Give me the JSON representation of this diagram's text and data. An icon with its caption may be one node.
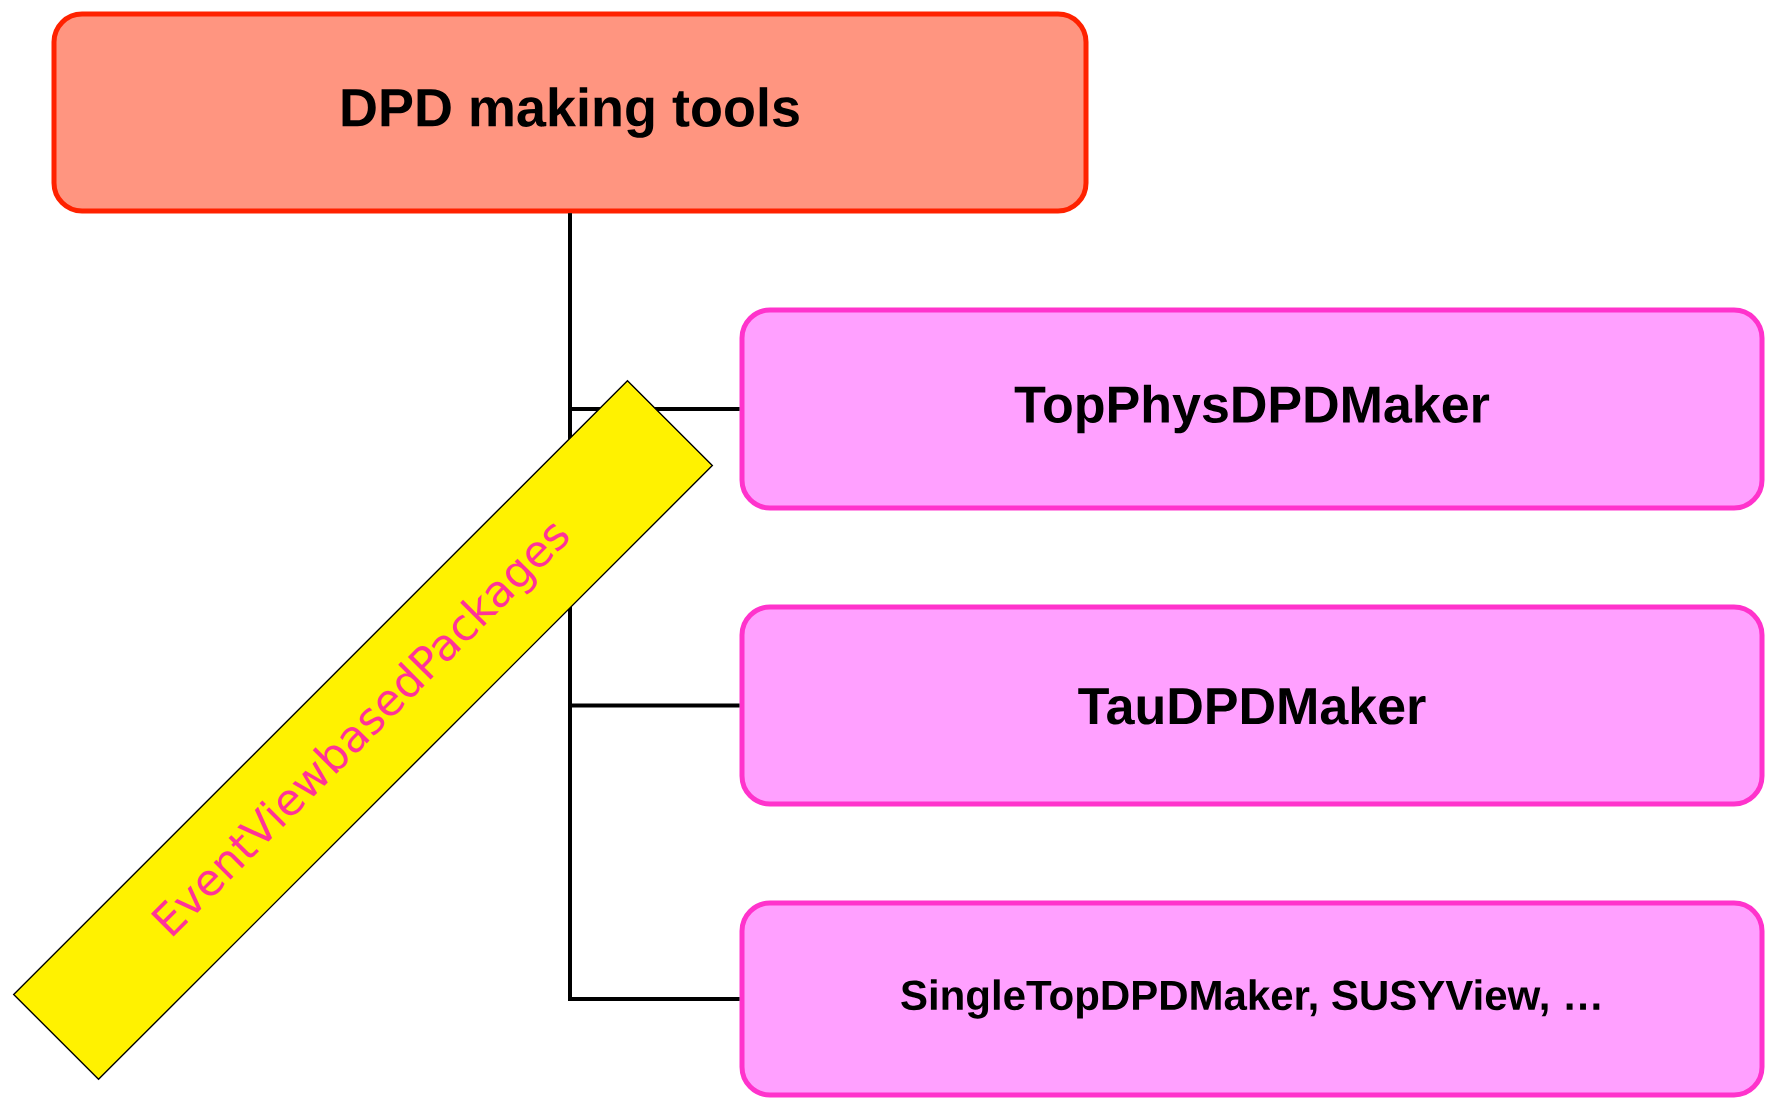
{
  "diagram": {
    "nodes": [
      {
        "text": [
          "DPD making tools"
        ]
      },
      {
        "text": [
          "TopPhysDPDMaker"
        ]
      },
      {
        "text": [
          "TauDPDMaker"
        ]
      },
      {
        "text": [
          "SingleTopDPDMaker, SUSYView, …"
        ]
      }
    ],
    "edges": [
      {
        "from": 0,
        "to": 1,
        "arrow": "none"
      },
      {
        "from": 0,
        "to": 2,
        "arrow": "none"
      },
      {
        "from": 0,
        "to": 3,
        "arrow": "none"
      }
    ],
    "labels": [
      "EventViewbasedPackages"
    ]
  }
}
